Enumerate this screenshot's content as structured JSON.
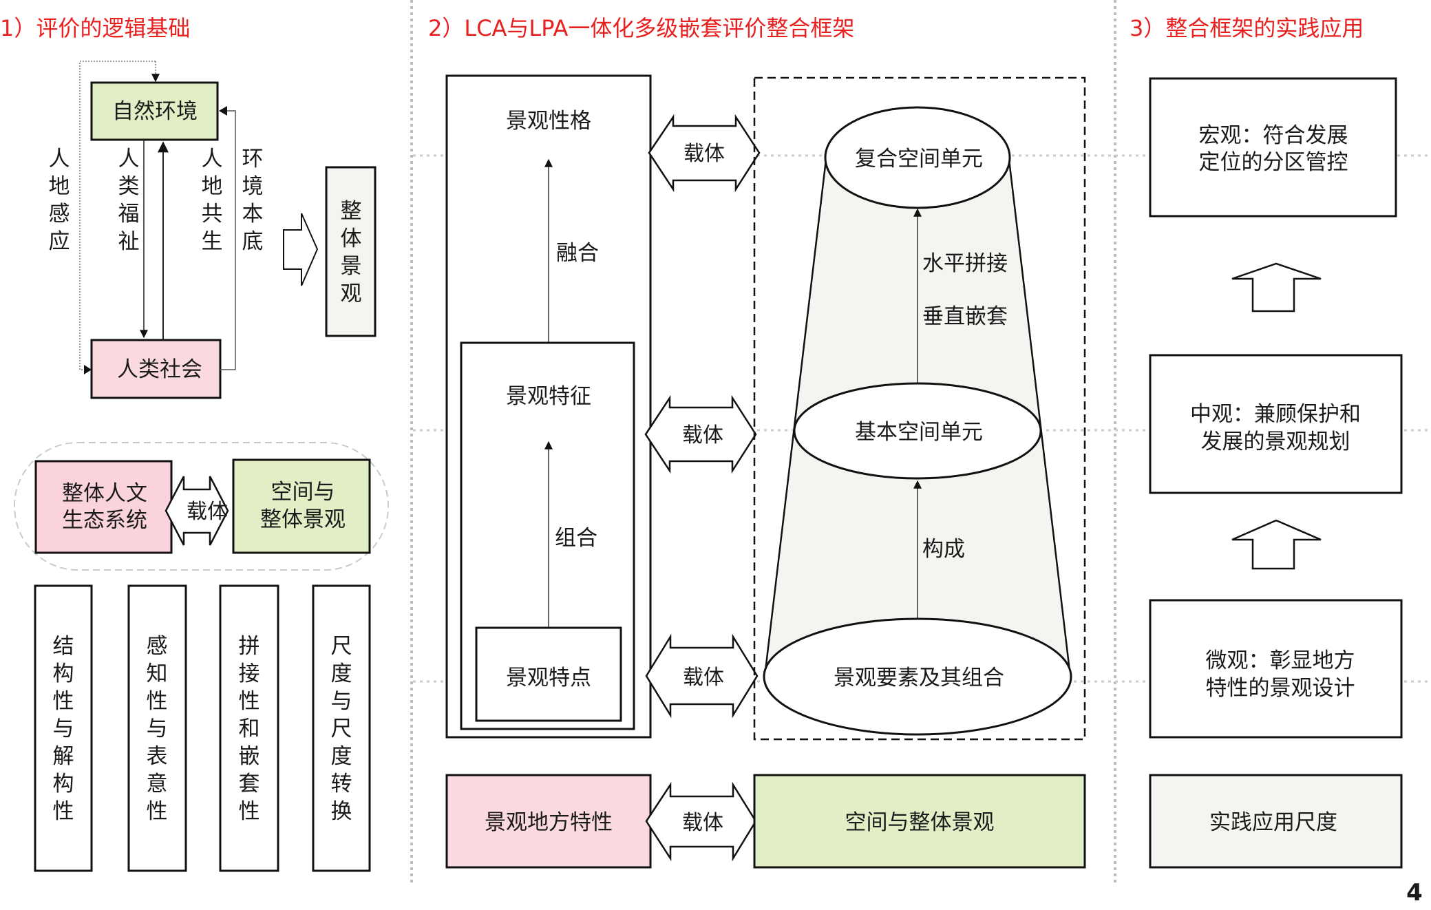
{
  "colors": {
    "title_red": "#e8201f",
    "nature_green": "#e2efc6",
    "society_pink": "#fadade",
    "neutral_fill": "#f4f4f0",
    "divider_gray": "#b8c0bb"
  },
  "section1": {
    "title": "1）评价的逻辑基础",
    "nature_box": "自然环境",
    "society_box": "人类社会",
    "relations": {
      "perception": "人地感应",
      "welfare": "人类福祉",
      "symbiosis": "人地共生",
      "environment_base": "环境本底"
    },
    "whole_landscape": "整体景观",
    "system_group": {
      "left": [
        "整体人文",
        "生态系统"
      ],
      "carrier": "载体",
      "right": [
        "空间与",
        "整体景观"
      ]
    },
    "properties": [
      "结构性与解构性",
      "感知性与表意性",
      "拼接性和嵌套性",
      "尺度与尺度转换"
    ]
  },
  "section2": {
    "title": "2）LCA与LPA一体化多级嵌套评价整合框架",
    "character": "景观性格",
    "feature": "景观特征",
    "point": "景观特点",
    "fusion": "融合",
    "combination": "组合",
    "carrier": "载体",
    "composite_unit": "复合空间单元",
    "basic_unit": "基本空间单元",
    "elements": "景观要素及其组合",
    "horizontal": "水平拼接",
    "vertical": "垂直嵌套",
    "compose": "构成",
    "bottom_left": "景观地方特性",
    "bottom_right": "空间与整体景观"
  },
  "section3": {
    "title": "3）整合框架的实践应用",
    "macro": [
      "宏观：符合发展",
      "定位的分区管控"
    ],
    "meso": [
      "中观：兼顾保护和",
      "发展的景观规划"
    ],
    "micro": [
      "微观：彰显地方",
      "特性的景观设计"
    ],
    "scale": "实践应用尺度"
  },
  "page_number": "4"
}
